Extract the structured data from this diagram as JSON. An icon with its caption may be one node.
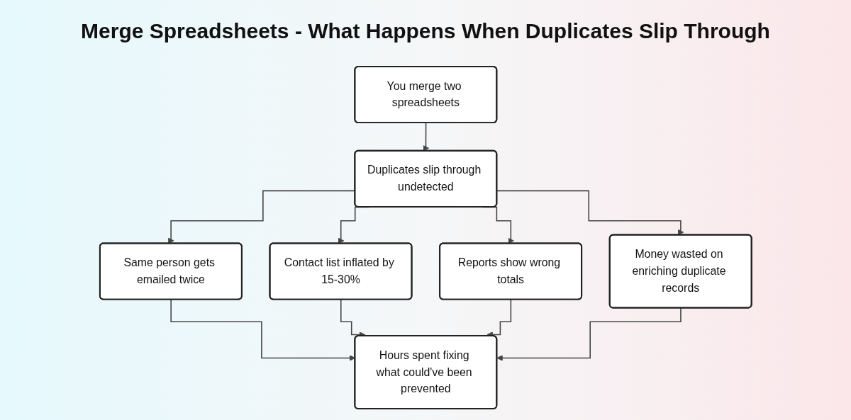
{
  "diagram": {
    "title": "Merge Spreadsheets - What Happens When Duplicates Slip Through",
    "nodes": [
      {
        "text": [
          "You merge two spreadsheets"
        ]
      },
      {
        "text": [
          "Duplicates slip through undetected"
        ]
      },
      {
        "text": [
          "Same person gets emailed twice"
        ]
      },
      {
        "text": [
          "Contact list inflated by 15-30%"
        ]
      },
      {
        "text": [
          "Reports show wrong totals"
        ]
      },
      {
        "text": [
          "Money wasted on enriching duplicate records"
        ]
      },
      {
        "text": [
          "Hours spent fixing what could've been prevented"
        ]
      }
    ],
    "edges": [
      {
        "from": 0,
        "to": 1,
        "arrow": "to"
      },
      {
        "from": 1,
        "to": 2,
        "arrow": "to"
      },
      {
        "from": 1,
        "to": 3,
        "arrow": "to"
      },
      {
        "from": 1,
        "to": 4,
        "arrow": "to"
      },
      {
        "from": 1,
        "to": 5,
        "arrow": "to"
      },
      {
        "from": 2,
        "to": 6,
        "arrow": "to"
      },
      {
        "from": 3,
        "to": 6,
        "arrow": "to"
      },
      {
        "from": 4,
        "to": 6,
        "arrow": "to"
      },
      {
        "from": 5,
        "to": 6,
        "arrow": "to"
      }
    ]
  }
}
